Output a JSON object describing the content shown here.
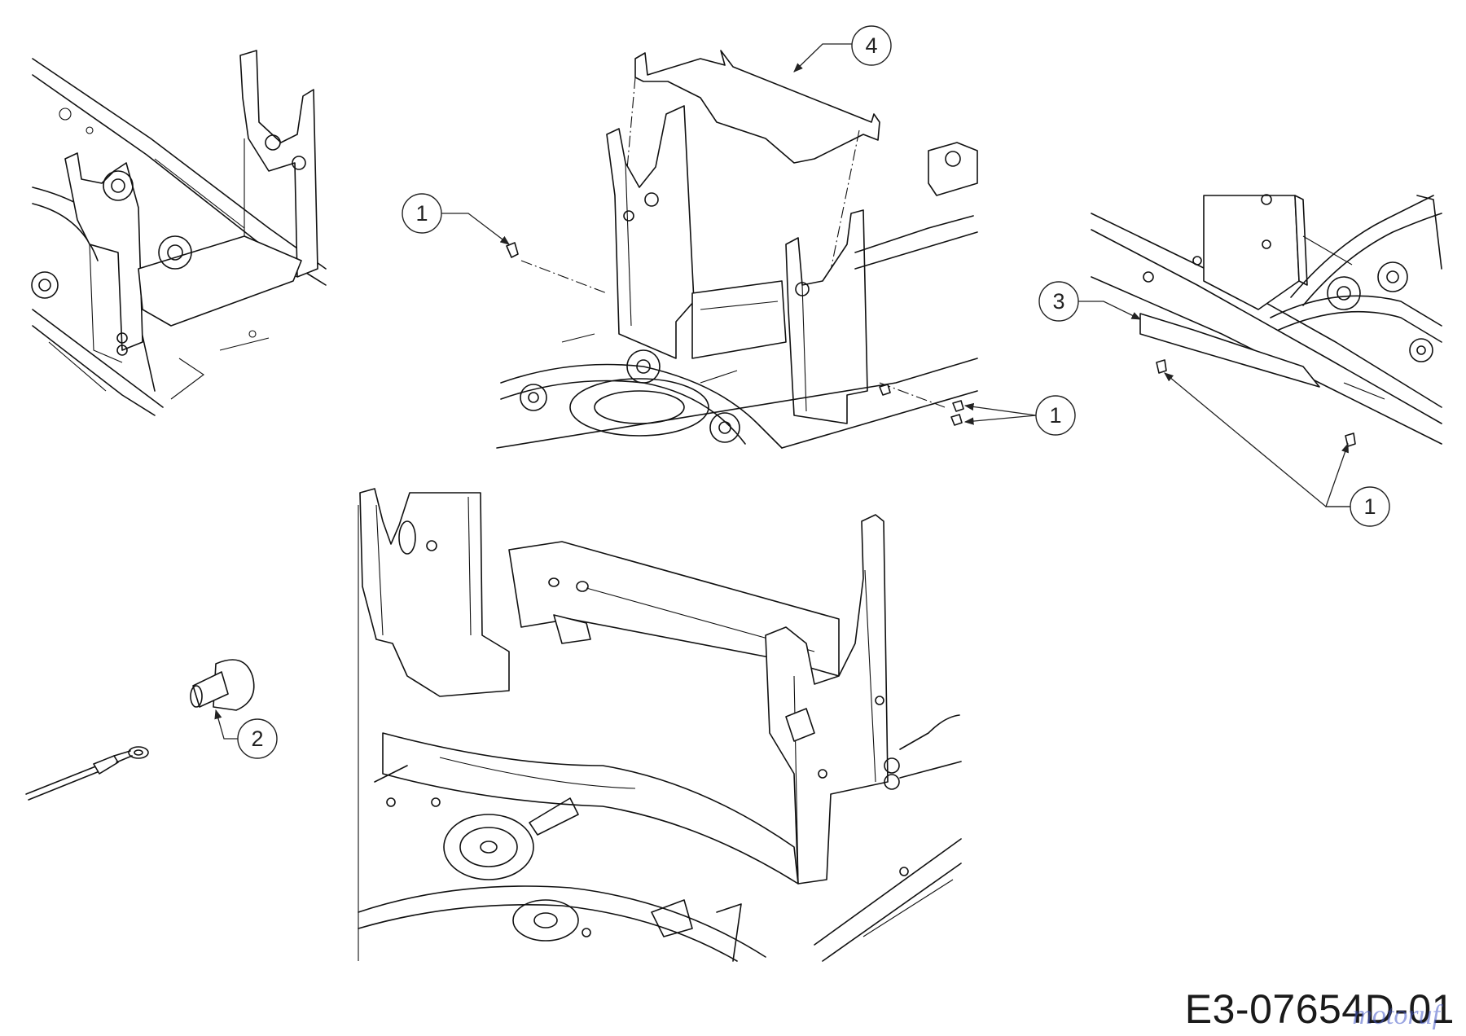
{
  "diagram": {
    "code": "E3-07654D-01",
    "watermark": "motoruf",
    "callouts": [
      {
        "id": "c1a",
        "label": "1"
      },
      {
        "id": "c1b",
        "label": "1"
      },
      {
        "id": "c1c",
        "label": "1"
      },
      {
        "id": "c2",
        "label": "2"
      },
      {
        "id": "c3",
        "label": "3"
      },
      {
        "id": "c4",
        "label": "4"
      }
    ]
  }
}
